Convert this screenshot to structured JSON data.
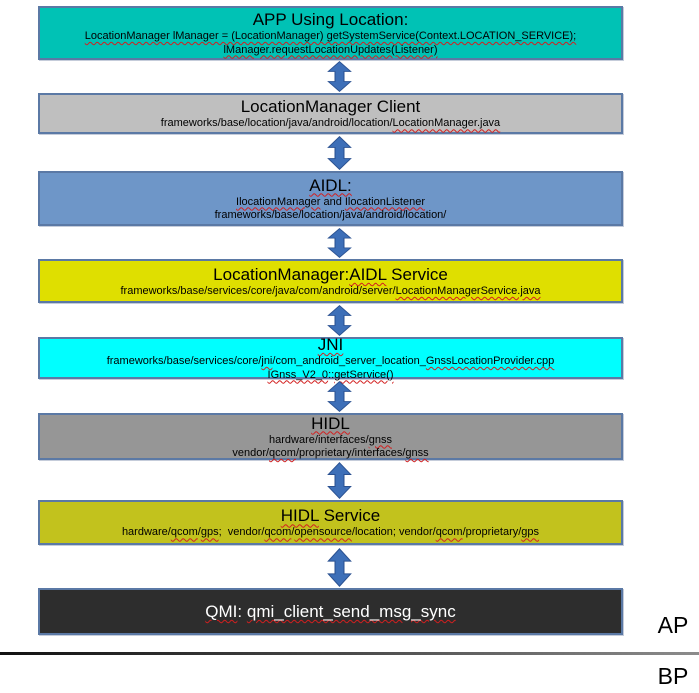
{
  "diagram": {
    "colors": {
      "box_border": "#5B79A5",
      "arrow_fill": "#3D6FB8",
      "arrow_stroke": "#2A5191",
      "squiggle": "#D21F1F",
      "app_box_bg": "#00C2B5",
      "client_box_bg": "#BFBFBF",
      "aidl_box_bg": "#6E96C8",
      "aidl_service_box_bg": "#DFDF00",
      "jni_box_bg": "#00FFFF",
      "hidl_box_bg": "#969696",
      "hidl_service_box_bg": "#C2C21D",
      "qmi_box_bg": "#2D2D2D"
    },
    "boxes": [
      {
        "id": "app-using-location",
        "bg": "#00C2B5",
        "title": [
          {
            "t": "APP Using Location:",
            "sq": false
          }
        ],
        "lines": [
          [
            {
              "t": "LocationManager lManager = (LocationManager) getSystemService(Context.LOCATION_SERVICE);",
              "sq": true
            }
          ],
          [
            {
              "t": "lManager.requestLocationUpdates(Listener)",
              "sq": true
            }
          ]
        ]
      },
      {
        "id": "locationmanager-client",
        "bg": "#BFBFBF",
        "title": [
          {
            "t": "LocationManager Client",
            "sq": false
          }
        ],
        "lines": [
          [
            {
              "t": "frameworks/base/location/java/android/location/",
              "sq": false
            },
            {
              "t": "LocationManager.java",
              "sq": true
            }
          ]
        ]
      },
      {
        "id": "aidl",
        "bg": "#6E96C8",
        "title": [
          {
            "t": "AIDL:",
            "sq": true
          }
        ],
        "lines": [
          [
            {
              "t": "IlocationManager",
              "sq": true
            },
            {
              "t": " and ",
              "sq": false
            },
            {
              "t": "IlocationListener",
              "sq": true
            }
          ],
          [
            {
              "t": "frameworks/base/location/java/android/location/",
              "sq": false
            }
          ]
        ]
      },
      {
        "id": "locationmanager-aidl-service",
        "bg": "#DFDF00",
        "title": [
          {
            "t": "LocationManager:",
            "sq": false
          },
          {
            "t": "AIDL",
            "sq": true
          },
          {
            "t": " Service",
            "sq": false
          }
        ],
        "lines": [
          [
            {
              "t": "frameworks/base/services/core/java/com/android/server/",
              "sq": false
            },
            {
              "t": "LocationManagerService.java",
              "sq": true
            }
          ]
        ]
      },
      {
        "id": "jni",
        "bg": "#00FFFF",
        "title": [
          {
            "t": "JNI",
            "sq": true
          }
        ],
        "lines": [
          [
            {
              "t": "frameworks/base/services/core/",
              "sq": false
            },
            {
              "t": "jni",
              "sq": true
            },
            {
              "t": "/com_android_server_location_",
              "sq": false
            },
            {
              "t": "GnssLocationProvider.cpp",
              "sq": true
            }
          ],
          [
            {
              "t": "IGnss_V2_0",
              "sq": true
            },
            {
              "t": "::",
              "sq": false
            },
            {
              "t": "getService()",
              "sq": true
            }
          ]
        ]
      },
      {
        "id": "hidl",
        "bg": "#969696",
        "title": [
          {
            "t": "HIDL",
            "sq": true
          }
        ],
        "lines": [
          [
            {
              "t": "hardware/interfaces/",
              "sq": false
            },
            {
              "t": "gnss",
              "sq": true
            }
          ],
          [
            {
              "t": "vendor/",
              "sq": false
            },
            {
              "t": "qcom",
              "sq": true
            },
            {
              "t": "/proprietary/interfaces/",
              "sq": false
            },
            {
              "t": "gnss",
              "sq": true
            }
          ]
        ]
      },
      {
        "id": "hidl-service",
        "bg": "#C2C21D",
        "title": [
          {
            "t": "HIDL",
            "sq": true
          },
          {
            "t": " Service",
            "sq": false
          }
        ],
        "lines": [
          [
            {
              "t": "hardware/",
              "sq": false
            },
            {
              "t": "qcom",
              "sq": true
            },
            {
              "t": "/",
              "sq": false
            },
            {
              "t": "gps",
              "sq": true
            },
            {
              "t": ";  vendor/",
              "sq": false
            },
            {
              "t": "qcom",
              "sq": true
            },
            {
              "t": "/",
              "sq": false
            },
            {
              "t": "opensource",
              "sq": true
            },
            {
              "t": "/location; vendor/",
              "sq": false
            },
            {
              "t": "qcom",
              "sq": true
            },
            {
              "t": "/proprietary/",
              "sq": false
            },
            {
              "t": "gps",
              "sq": true
            }
          ]
        ]
      },
      {
        "id": "qmi",
        "bg": "#2D2D2D",
        "title": [
          {
            "t": "QMI",
            "sq": true
          },
          {
            "t": ": ",
            "sq": false
          },
          {
            "t": "qmi_client_send_msg_sync",
            "sq": true
          }
        ],
        "lines": []
      }
    ],
    "side_labels": {
      "ap": "AP",
      "bp": "BP"
    }
  }
}
